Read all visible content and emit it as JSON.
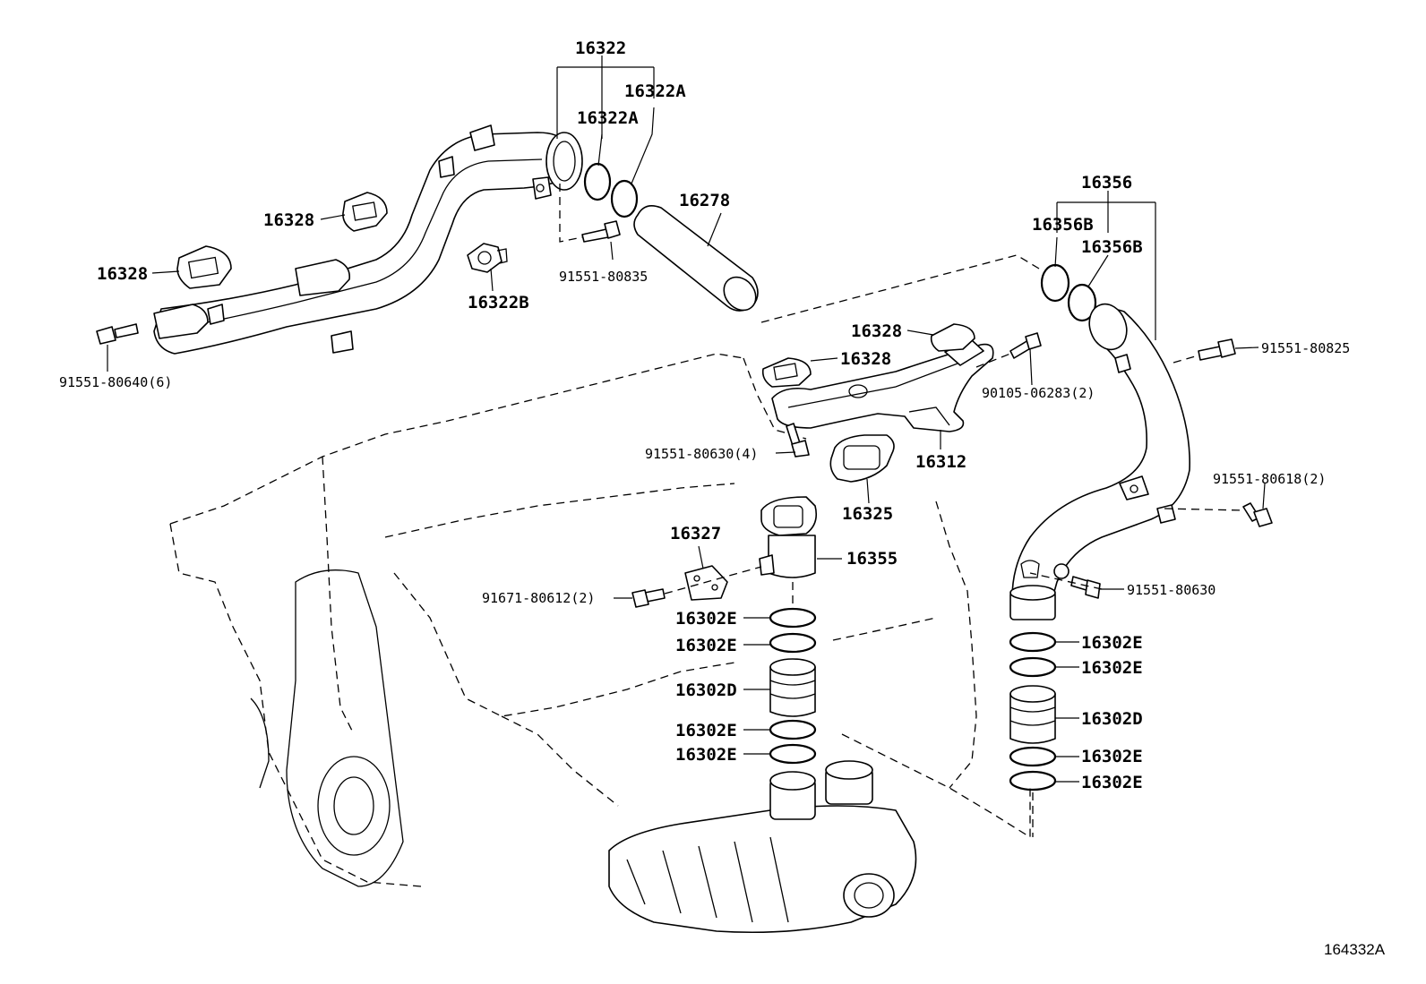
{
  "diagram": {
    "figure_id": "164332A",
    "labels": [
      "16322",
      "16322A",
      "16322A",
      "16328",
      "16328",
      "16322B",
      "16278",
      "91551-80835",
      "91551-80640(6)",
      "16356",
      "16356B",
      "16356B",
      "91551-80825",
      "16328",
      "16328",
      "90105-06283(2)",
      "16312",
      "91551-80630(4)",
      "16325",
      "91551-80618(2)",
      "16327",
      "16355",
      "91671-80612(2)",
      "91551-80630",
      "16302E",
      "16302E",
      "16302D",
      "16302E",
      "16302E",
      "16302E",
      "16302E",
      "16302D",
      "16302E",
      "16302E"
    ]
  }
}
